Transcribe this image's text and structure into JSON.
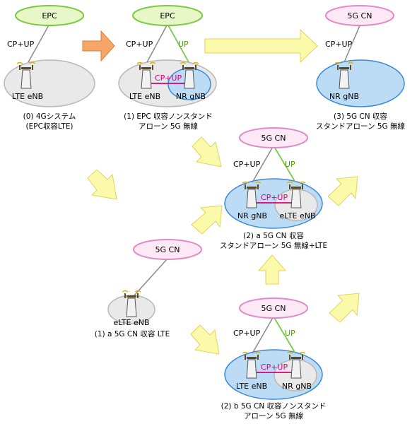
{
  "colors": {
    "epc_fill": "#e7f7c8",
    "epc_stroke": "#7ac943",
    "cn_fill": "#fde8f6",
    "cn_stroke": "#e08ac8",
    "lte_area_fill": "#e9e9e9",
    "lte_area_stroke": "#b8b8b8",
    "nr_area_fill": "#bcdcf6",
    "nr_area_stroke": "#3a88d9",
    "user_plane_line": "#7ac943",
    "control_line": "#8a8a8a",
    "x2_line": "#d6007f",
    "orange_arrow_fill": "#f7a66a",
    "orange_arrow_stroke": "#e07a2e",
    "yellow_arrow_fill": "#fafaaa",
    "yellow_arrow_stroke": "#e4d25a"
  },
  "icons": {
    "base_station": "antenna-tower-icon"
  },
  "labels": {
    "cp_up": "CP+UP",
    "up": "UP",
    "x2_cp_up": "CP+UP"
  },
  "scenarios": {
    "s0": {
      "core": "EPC",
      "node1": "LTE eNB",
      "caption": [
        "(0) 4Gシステム",
        "(EPC収容LTE)"
      ]
    },
    "s1": {
      "core": "EPC",
      "node1": "LTE eNB",
      "node2": "NR gNB",
      "caption": [
        "(1) EPC 収容ノンスタンド",
        "アローン 5G 無線"
      ]
    },
    "s3": {
      "core": "5G CN",
      "node1": "NR gNB",
      "caption": [
        "(3) 5G CN 収容",
        "スタンドアローン 5G 無線"
      ]
    },
    "s2a": {
      "core": "5G CN",
      "node1": "NR gNB",
      "node2": "eLTE eNB",
      "caption": [
        "(2) a 5G CN 収容",
        "スタンドアローン 5G 無線+LTE"
      ]
    },
    "s1a": {
      "core": "5G CN",
      "node1": "eLTE eNB",
      "caption": [
        "(1) a 5G CN 収容 LTE"
      ]
    },
    "s2b": {
      "core": "5G CN",
      "node1": "LTE eNB",
      "node2": "NR gNB",
      "caption": [
        "(2) b 5G CN 収容ノンスタンド",
        "アローン 5G 無線"
      ]
    }
  }
}
